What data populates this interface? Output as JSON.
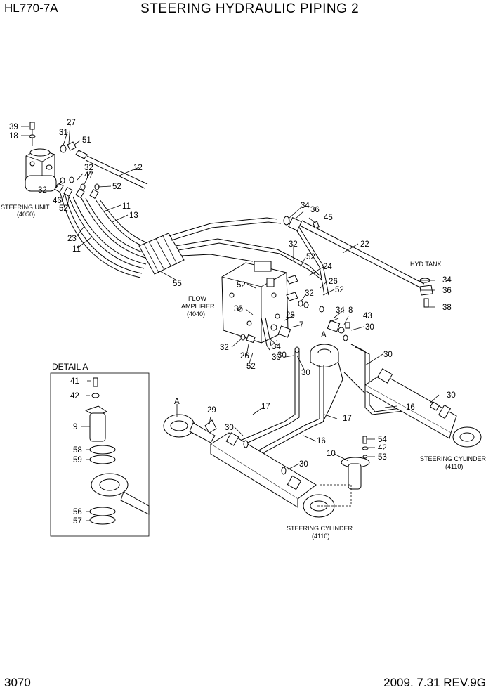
{
  "header": {
    "model": "HL770-7A",
    "title": "STEERING HYDRAULIC PIPING 2"
  },
  "footer": {
    "page_number": "3070",
    "revision": "2009. 7.31  REV.9G"
  },
  "captions": {
    "steering_unit": [
      "STEERING UNIT",
      "(4050)"
    ],
    "flow_amplifier": [
      "FLOW",
      "AMPLIFIER",
      "(4040)"
    ],
    "hyd_tank": "HYD TANK",
    "steering_cylinder_left": [
      "STEERING CYLINDER",
      "(4110)"
    ],
    "steering_cylinder_right": [
      "STEERING CYLINDER",
      "(4110)"
    ],
    "detail_a": "DETAIL A",
    "view_marker": "A"
  },
  "callouts": {
    "c39": "39",
    "c18": "18",
    "c27": "27",
    "c31": "31",
    "c51a": "51",
    "c12": "12",
    "c32a": "32",
    "c47": "47",
    "c52a": "52",
    "c32b": "32",
    "c46": "46",
    "c52b": "52",
    "c11a": "11",
    "c13": "13",
    "c23": "23",
    "c11b": "11",
    "c34a": "34",
    "c36a": "36",
    "c45": "45",
    "c22": "22",
    "c32c": "32",
    "c52c": "52",
    "c24": "24",
    "c55": "55",
    "c52d": "52",
    "c26a": "26",
    "c52e": "52",
    "c32d": "32",
    "c32e": "32",
    "c28": "28",
    "c7": "7",
    "c34b": "34",
    "c8": "8",
    "c43": "43",
    "c30a": "30",
    "c34c": "34",
    "c36b": "36",
    "c38": "38",
    "c32f": "32",
    "c34d": "34",
    "c26b": "26",
    "c52f": "52",
    "c30b": "30",
    "c30c": "30",
    "c30d": "30",
    "c41": "41",
    "c42a": "42",
    "c9": "9",
    "c58": "58",
    "c59": "59",
    "c56": "56",
    "c57": "57",
    "c29": "29",
    "c17a": "17",
    "c30e": "30",
    "c17b": "17",
    "c16a": "16",
    "c16b": "16",
    "c30f": "30",
    "c30g": "30",
    "c10": "10",
    "c54": "54",
    "c42b": "42",
    "c53": "53",
    "c30h": "30"
  }
}
